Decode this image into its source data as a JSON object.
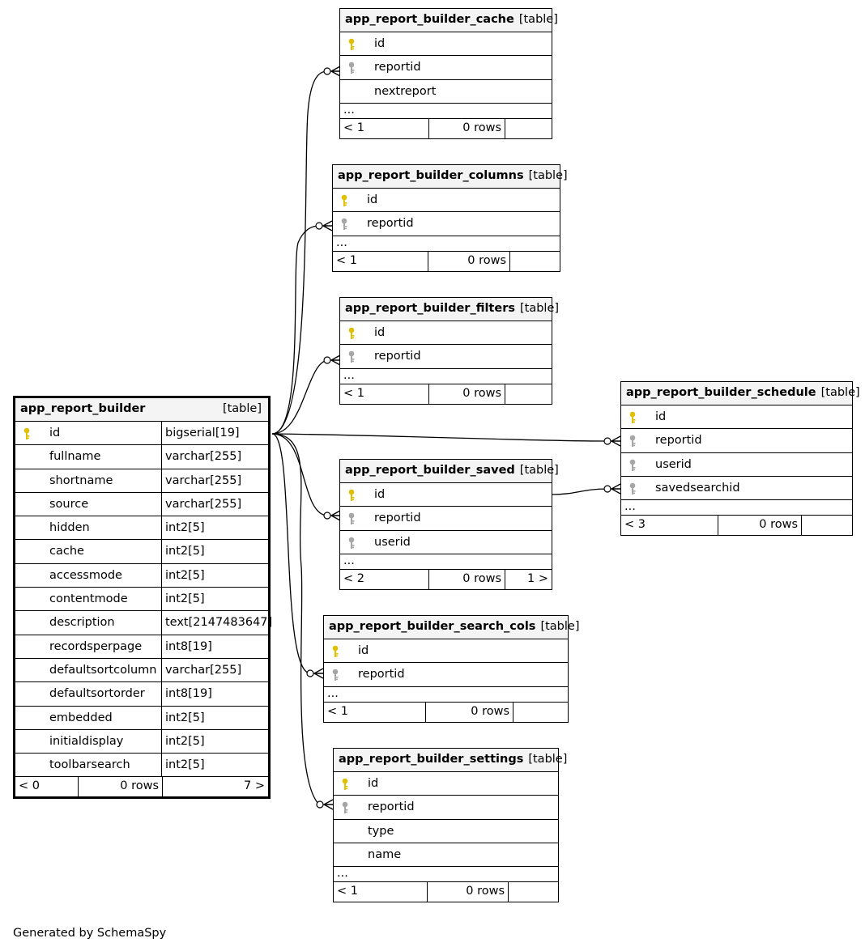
{
  "colors": {
    "primary_key": "#e0c000",
    "foreign_key": "#a6a6a6",
    "header_bg": "#f4f4f4"
  },
  "footer_note": "Generated by SchemaSpy",
  "tables": [
    {
      "name": "app_report_builder",
      "kind": "[table]",
      "main": true,
      "columns": [
        {
          "name": "id",
          "type": "bigserial[19]",
          "key": "primary"
        },
        {
          "name": "fullname",
          "type": "varchar[255]",
          "key": ""
        },
        {
          "name": "shortname",
          "type": "varchar[255]",
          "key": ""
        },
        {
          "name": "source",
          "type": "varchar[255]",
          "key": ""
        },
        {
          "name": "hidden",
          "type": "int2[5]",
          "key": ""
        },
        {
          "name": "cache",
          "type": "int2[5]",
          "key": ""
        },
        {
          "name": "accessmode",
          "type": "int2[5]",
          "key": ""
        },
        {
          "name": "contentmode",
          "type": "int2[5]",
          "key": ""
        },
        {
          "name": "description",
          "type": "text[2147483647]",
          "key": ""
        },
        {
          "name": "recordsperpage",
          "type": "int8[19]",
          "key": ""
        },
        {
          "name": "defaultsortcolumn",
          "type": "varchar[255]",
          "key": ""
        },
        {
          "name": "defaultsortorder",
          "type": "int8[19]",
          "key": ""
        },
        {
          "name": "embedded",
          "type": "int2[5]",
          "key": ""
        },
        {
          "name": "initialdisplay",
          "type": "int2[5]",
          "key": ""
        },
        {
          "name": "toolbarsearch",
          "type": "int2[5]",
          "key": ""
        }
      ],
      "footer": {
        "parents": "< 0",
        "rows": "0 rows",
        "children": "7 >"
      }
    },
    {
      "name": "app_report_builder_cache",
      "kind": "[table]",
      "columns": [
        {
          "name": "id",
          "key": "primary"
        },
        {
          "name": "reportid",
          "key": "foreign"
        },
        {
          "name": "nextreport",
          "key": ""
        }
      ],
      "ellipsis": "...",
      "footer": {
        "parents": "< 1",
        "rows": "0 rows",
        "children": ""
      }
    },
    {
      "name": "app_report_builder_columns",
      "kind": "[table]",
      "columns": [
        {
          "name": "id",
          "key": "primary"
        },
        {
          "name": "reportid",
          "key": "foreign"
        }
      ],
      "ellipsis": "...",
      "footer": {
        "parents": "< 1",
        "rows": "0 rows",
        "children": ""
      }
    },
    {
      "name": "app_report_builder_filters",
      "kind": "[table]",
      "columns": [
        {
          "name": "id",
          "key": "primary"
        },
        {
          "name": "reportid",
          "key": "foreign"
        }
      ],
      "ellipsis": "...",
      "footer": {
        "parents": "< 1",
        "rows": "0 rows",
        "children": ""
      }
    },
    {
      "name": "app_report_builder_schedule",
      "kind": "[table]",
      "columns": [
        {
          "name": "id",
          "key": "primary"
        },
        {
          "name": "reportid",
          "key": "foreign"
        },
        {
          "name": "userid",
          "key": "foreign"
        },
        {
          "name": "savedsearchid",
          "key": "foreign"
        }
      ],
      "ellipsis": "...",
      "footer": {
        "parents": "< 3",
        "rows": "0 rows",
        "children": ""
      }
    },
    {
      "name": "app_report_builder_saved",
      "kind": "[table]",
      "columns": [
        {
          "name": "id",
          "key": "primary"
        },
        {
          "name": "reportid",
          "key": "foreign"
        },
        {
          "name": "userid",
          "key": "foreign"
        }
      ],
      "ellipsis": "...",
      "footer": {
        "parents": "< 2",
        "rows": "0 rows",
        "children": "1 >"
      }
    },
    {
      "name": "app_report_builder_search_cols",
      "kind": "[table]",
      "columns": [
        {
          "name": "id",
          "key": "primary"
        },
        {
          "name": "reportid",
          "key": "foreign"
        }
      ],
      "ellipsis": "...",
      "footer": {
        "parents": "< 1",
        "rows": "0 rows",
        "children": ""
      }
    },
    {
      "name": "app_report_builder_settings",
      "kind": "[table]",
      "columns": [
        {
          "name": "id",
          "key": "primary"
        },
        {
          "name": "reportid",
          "key": "foreign"
        },
        {
          "name": "type",
          "key": ""
        },
        {
          "name": "name",
          "key": ""
        }
      ],
      "ellipsis": "...",
      "footer": {
        "parents": "< 1",
        "rows": "0 rows",
        "children": ""
      }
    }
  ]
}
